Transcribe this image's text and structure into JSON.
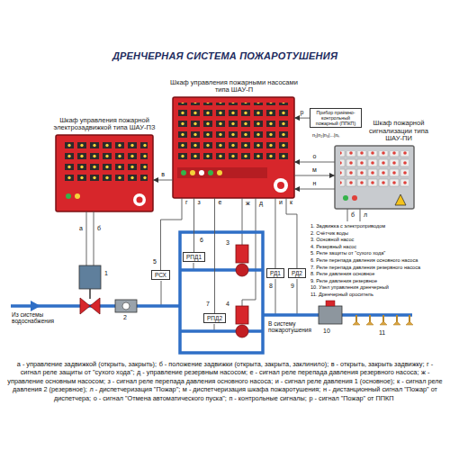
{
  "diagram": {
    "title": "ДРЕНЧЕРНАЯ СИСТЕМА ПОЖАРОТУШЕНИЯ",
    "nodes": [
      {
        "text": [
          "Шкаф управления пожарной электрозадвижкой типа ШАУ-ПЗ"
        ]
      },
      {
        "text": [
          "Шкаф управления пожарными насосами типа ШАУ-П"
        ]
      },
      {
        "text": [
          "Прибор приёмно-контрольный пожарный (ППКП)"
        ]
      },
      {
        "text": [
          "Шкаф пожарной сигнализации типа ШАУ-ПИ"
        ]
      },
      {
        "text": [
          "РСХ"
        ]
      },
      {
        "text": [
          "РПД1"
        ]
      },
      {
        "text": [
          "РПД2"
        ]
      },
      {
        "text": [
          "РД1"
        ]
      },
      {
        "text": [
          "РД2"
        ]
      }
    ],
    "edges": [
      {
        "from": 2,
        "to": 1,
        "label": "р",
        "arrow": "to"
      },
      {
        "from": 3,
        "to": 1,
        "label": "о",
        "arrow": "to"
      },
      {
        "from": 1,
        "to": 3,
        "label": "м",
        "arrow": "to"
      },
      {
        "from": 3,
        "to": 1,
        "label": "н",
        "arrow": "to"
      },
      {
        "from": 1,
        "to": 0,
        "label": "в",
        "arrow": "to"
      },
      {
        "from": 4,
        "to": 1,
        "label": "г",
        "arrow": "none"
      },
      {
        "from": 5,
        "to": 1,
        "label": "з",
        "arrow": "none"
      },
      {
        "from": 6,
        "to": 1,
        "label": "е",
        "arrow": "none"
      },
      {
        "from": 7,
        "to": 1,
        "label": "и",
        "arrow": "none"
      },
      {
        "from": 8,
        "to": 1,
        "label": "к",
        "arrow": "none"
      }
    ],
    "labels": [
      "а",
      "б",
      "ж",
      "д",
      "б",
      "л",
      "п₁|п₂|п₃|...|пₙ",
      "1",
      "2",
      "3",
      "4",
      "5",
      "6",
      "7",
      "8",
      "9",
      "10",
      "11",
      "Из системы водоснабжения",
      "В систему пожаротушения",
      "1. Задвижка с электроприводом",
      "2. Счётчик воды",
      "3. Основной насос",
      "4. Резервный насос",
      "5. Реле защиты от \"сухого хода\"",
      "6. Реле перепада давления основного насоса",
      "7. Реле перепада давления резервного насоса",
      "8. Реле давления основное",
      "9. Реле давления резервное",
      "10. Узел управления дренчерный",
      "11. Дренчерный ороситель",
      "а - управление задвижкой (открыть, закрыть);",
      "б - положение задвижки (открыта, закрыта, заклинило);",
      "в - открыть, закрыть задвижку;",
      "г - сигнал реле защиты от \"сухого хода\";",
      "д - управление резервным насосом;",
      "е - сигнал реле перепада давления резервного насоса;",
      "ж - управление основным насосом;",
      "з - сигнал реле перепада давления основного насоса;",
      "и - сигнал реле давления 1 (основное);",
      "к - сигнал реле давления 2 (резервное);",
      "л - диспетчеризация \"Пожар\";",
      "м - диспетчеризация шкафа пожаротушения;",
      "н - дистанционный сигнал \"Пожар\" от диспетчера;",
      "о - сигнал \"Отмена автоматического пуска\";",
      "п - контрольные сигналы;",
      "р - сигнал \"Пожар\" от ППКП"
    ]
  }
}
